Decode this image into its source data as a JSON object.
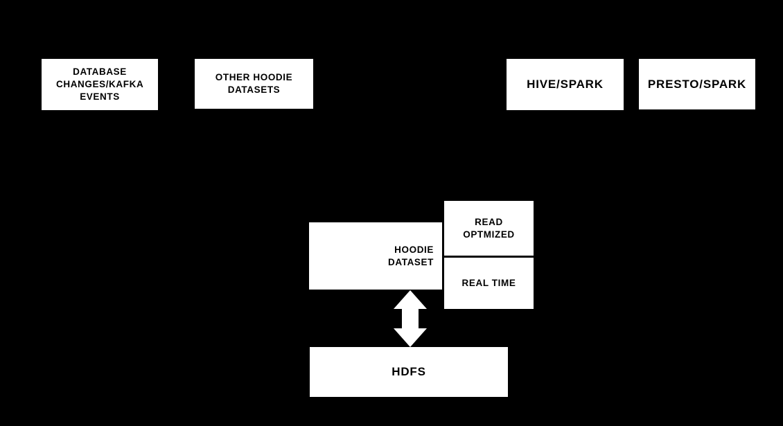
{
  "colors": {
    "background": "#000000",
    "node_fill": "#ffffff",
    "node_text": "#000000",
    "arrow": "#ffffff"
  },
  "nodes": {
    "database_changes": {
      "label": "DATABASE CHANGES/KAFKA EVENTS"
    },
    "other_hoodie_datasets": {
      "label": "OTHER HOODIE DATASETS"
    },
    "hive_spark": {
      "label": "HIVE/SPARK"
    },
    "presto_spark": {
      "label": "PRESTO/SPARK"
    },
    "hoodie_dataset": {
      "label": "HOODIE DATASET"
    },
    "read_optimized": {
      "label": "READ OPTMIZED"
    },
    "real_time": {
      "label": "REAL TIME"
    },
    "hdfs": {
      "label": "HDFS"
    }
  },
  "connections": [
    {
      "from": "hdfs",
      "to": "hoodie_dataset",
      "style": "double-headed-arrow",
      "color": "#ffffff"
    }
  ]
}
